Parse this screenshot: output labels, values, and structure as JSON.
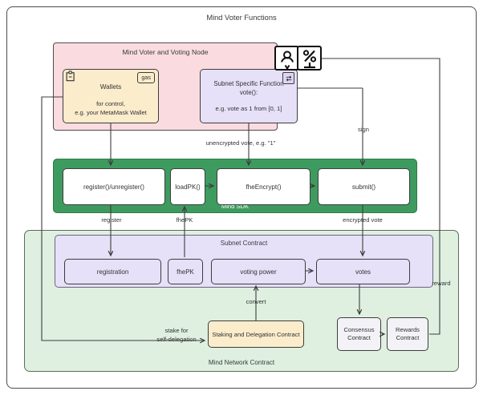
{
  "diagram": {
    "title": "Mind Voter Functions",
    "groups": {
      "voter_node": "Mind Voter and Voting Node",
      "sdk": "Mind SDK",
      "subnet_contract": "Subnet Contract",
      "network_contract": "Mind Network Contract"
    },
    "nodes": {
      "wallets": {
        "title": "Wallets",
        "subtitle": "for control,\ne.g. your MetaMask Wallet",
        "tag": "gas",
        "icon": "clipboard-icon"
      },
      "subnet_function": {
        "line1": "Subnet Specific Function\nvote():",
        "line2": "e.g. vote as 1 from [0, 1]",
        "icon": "swap-icon"
      },
      "sdk_cells": [
        {
          "label": "register()/unregister()"
        },
        {
          "label": "loadPK()"
        },
        {
          "label": "fheEncrypt()"
        },
        {
          "label": "submit()"
        }
      ],
      "subnet_cells": [
        {
          "label": "registration"
        },
        {
          "label": "fhePK"
        },
        {
          "label": "voting power"
        },
        {
          "label": "votes"
        }
      ],
      "staking": {
        "label": "Staking and Delegation Contract"
      },
      "consensus": {
        "label": "Consensus\nContract"
      },
      "rewards": {
        "label": "Rewards\nContract"
      }
    },
    "header_icons": [
      {
        "name": "user-icon"
      },
      {
        "name": "percent-monitor-icon"
      }
    ],
    "edge_labels": {
      "unencrypted_vote": "unencrypted vote, e.g. \"1\"",
      "sign": "sign",
      "register": "register",
      "fhepk": "fhePK",
      "encrypted_vote": "encrypted vote",
      "convert": "convert",
      "stake": "stake for\nself-delegation",
      "reward": "reward"
    },
    "colors": {
      "pink": "#fadce0",
      "cream": "#fbeccc",
      "purple": "#e6e0f8",
      "green": "#3e9b5f",
      "light_green": "#dff0e0",
      "grey": "#f2f2f7",
      "stroke": "#3d3d3d"
    }
  }
}
